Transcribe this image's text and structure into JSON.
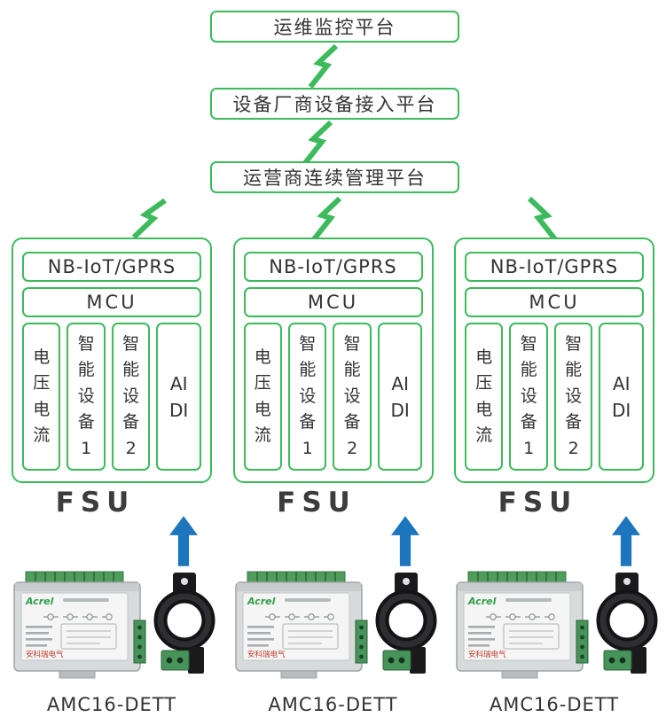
{
  "colors": {
    "green": "#3cba5c",
    "blue": "#1d76bd",
    "text": "#333333",
    "brand_red": "#c23b2e"
  },
  "platforms": [
    {
      "label": "运维监控平台"
    },
    {
      "label": "设备厂商设备接入平台"
    },
    {
      "label": "运营商连续管理平台"
    }
  ],
  "fsu": {
    "radio": "NB-IoT/GPRS",
    "mcu": "MCU",
    "columns": [
      "电\n压\n电\n流",
      "智\n能\n设\n备\n1",
      "智\n能\n设\n备\n2",
      "AI\nDI"
    ],
    "label": "FSU"
  },
  "device": {
    "label": "AMC16-DETT",
    "logo": "Acrel",
    "brand_text": "安科瑞电气"
  }
}
